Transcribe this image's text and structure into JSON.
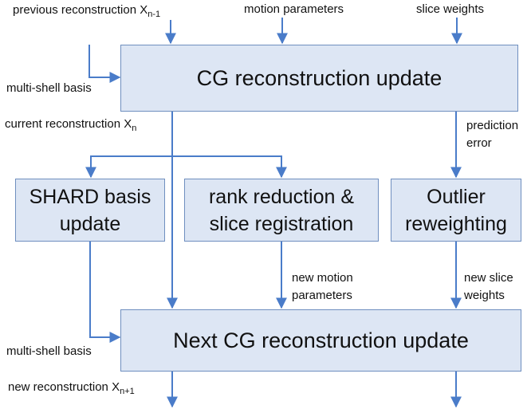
{
  "boxes": {
    "cg_update": "CG reconstruction update",
    "shard": [
      "SHARD basis",
      "update"
    ],
    "rank_reduction": [
      "rank reduction &",
      "slice registration"
    ],
    "outlier": [
      "Outlier",
      "reweighting"
    ],
    "next_cg_update": "Next CG reconstruction update"
  },
  "labels": {
    "previous_reconstruction": "previous reconstruction X",
    "previous_reconstruction_sub": "n-1",
    "motion_parameters": "motion parameters",
    "slice_weights": "slice weights",
    "multi_shell_basis_top": "multi-shell basis",
    "current_reconstruction": "current reconstruction X",
    "current_reconstruction_sub": "n",
    "prediction_error": [
      "prediction",
      "error"
    ],
    "new_motion_parameters": [
      "new motion",
      "parameters"
    ],
    "new_slice_weights": [
      "new slice",
      "weights"
    ],
    "multi_shell_basis_bottom": "multi-shell basis",
    "new_reconstruction": "new reconstruction X",
    "new_reconstruction_sub": "n+1"
  },
  "colors": {
    "box_fill": "#dde6f4",
    "box_border": "#6f8fbf",
    "arrow": "#4a7cc9"
  }
}
